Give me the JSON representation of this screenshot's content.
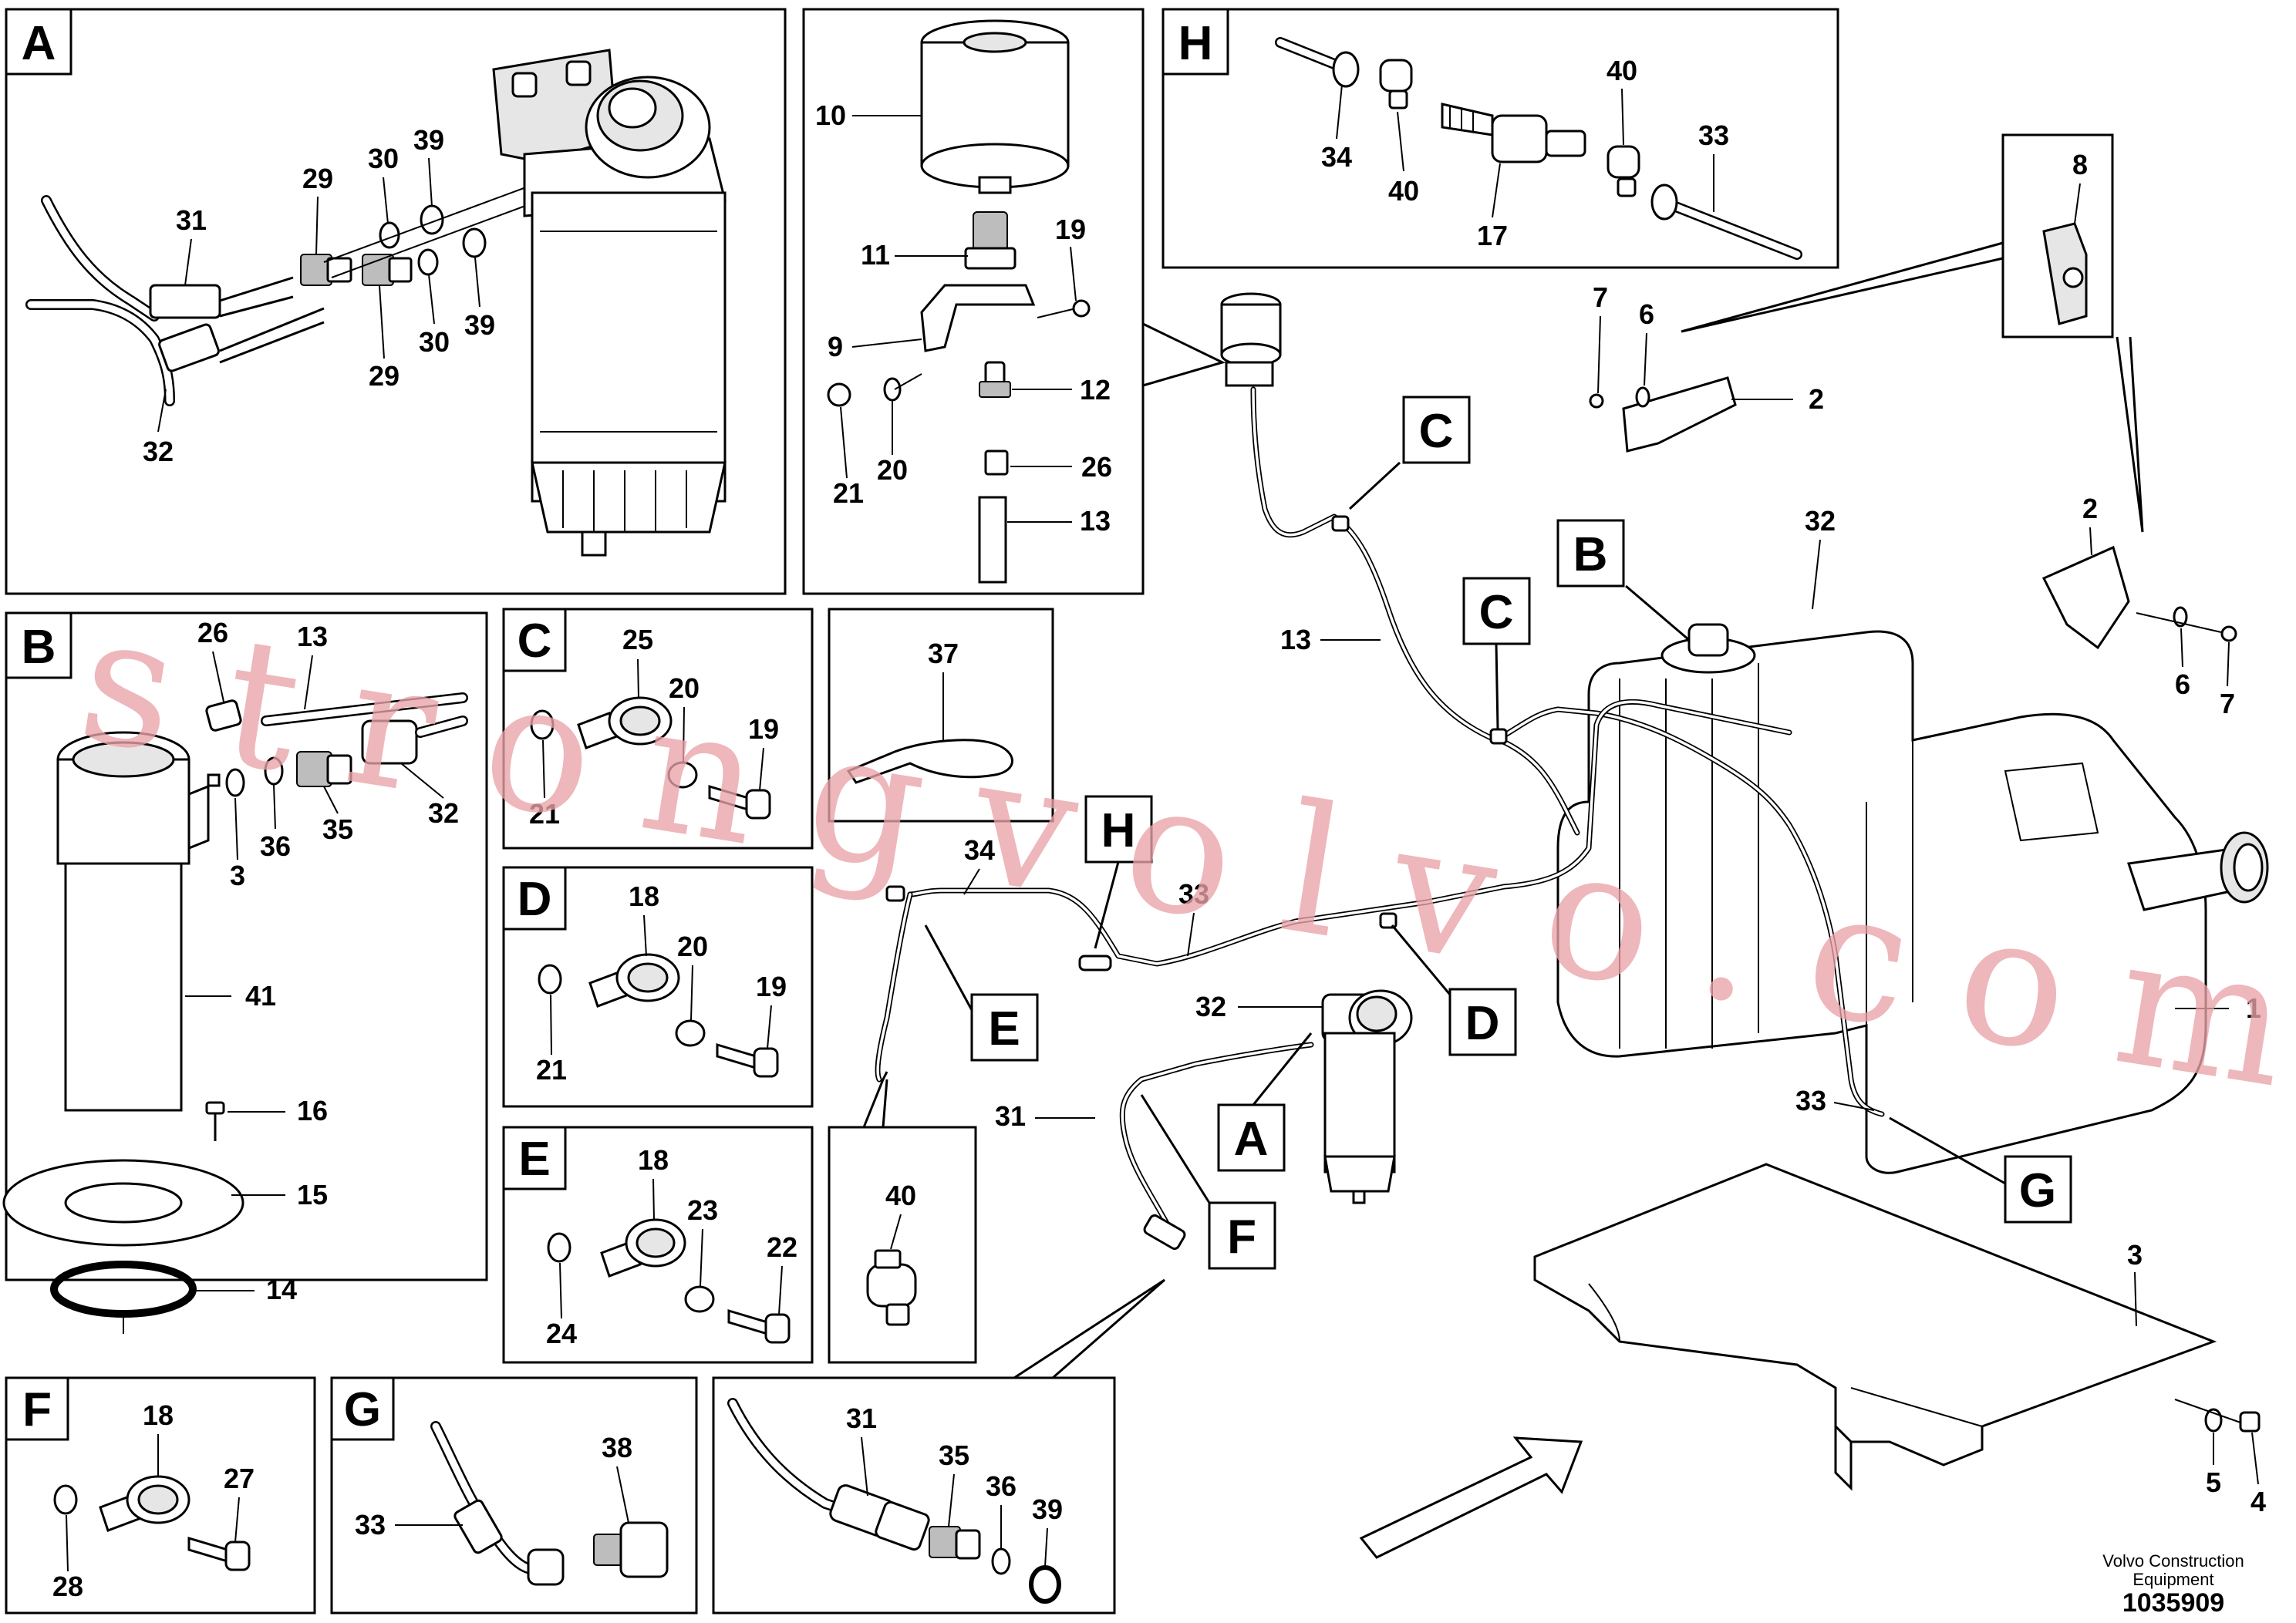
{
  "panels": {
    "A": {
      "letter": "A",
      "labels": [
        "29",
        "30",
        "39",
        "31",
        "29",
        "30",
        "39",
        "32"
      ]
    },
    "B": {
      "letter": "B",
      "labels": [
        "26",
        "13",
        "32",
        "36",
        "35",
        "3",
        "41",
        "16",
        "15",
        "14"
      ]
    },
    "C": {
      "letter": "C",
      "labels": [
        "25",
        "20",
        "19",
        "21"
      ]
    },
    "D": {
      "letter": "D",
      "labels": [
        "18",
        "20",
        "19",
        "21"
      ]
    },
    "E": {
      "letter": "E",
      "labels": [
        "18",
        "23",
        "22",
        "24"
      ]
    },
    "F": {
      "letter": "F",
      "labels": [
        "18",
        "27",
        "28"
      ]
    },
    "G": {
      "letter": "G",
      "labels": [
        "38",
        "33"
      ]
    },
    "H": {
      "letter": "H",
      "labels": [
        "40",
        "33",
        "34",
        "40",
        "17"
      ]
    },
    "filter": {
      "labels": [
        "10",
        "11",
        "19",
        "9",
        "12",
        "21",
        "20",
        "26",
        "13"
      ]
    },
    "cable_tie": {
      "labels": [
        "37"
      ]
    },
    "hose_clamp": {
      "labels": [
        "40"
      ]
    },
    "bottom_detail": {
      "labels": [
        "31",
        "35",
        "36",
        "39"
      ]
    },
    "bracket_detail": {
      "labels": [
        "8"
      ]
    }
  },
  "main": {
    "callouts": [
      "C",
      "C",
      "B",
      "H",
      "E",
      "D",
      "A",
      "F",
      "G"
    ],
    "labels": [
      "7",
      "6",
      "2",
      "2",
      "6",
      "7",
      "32",
      "13",
      "34",
      "33",
      "32",
      "1",
      "33",
      "31",
      "3",
      "5",
      "4"
    ]
  },
  "footer": {
    "company": "Volvo Construction Equipment",
    "doc_number": "1035909"
  },
  "watermark": "strongvolvo.com",
  "colors": {
    "line": "#000000",
    "background": "#ffffff",
    "watermark": "#e9a3a8"
  }
}
